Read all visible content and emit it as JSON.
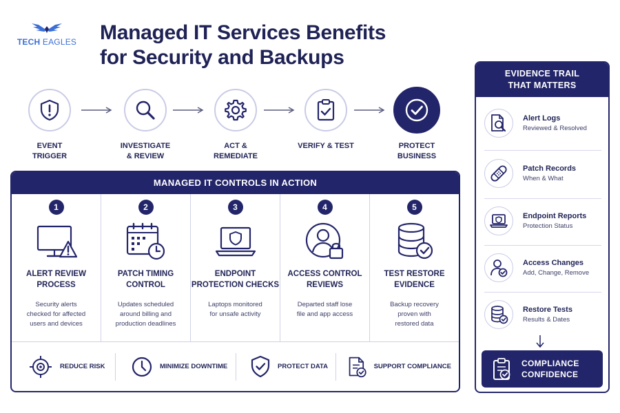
{
  "brand": {
    "logo_name": "eagle-logo",
    "name_bold": "TECH",
    "name_light": " EAGLES"
  },
  "title": {
    "line1": "Managed IT Services Benefits",
    "line2": "for Security and Backups"
  },
  "flow": [
    {
      "icon": "shield-alert-icon",
      "label1": "EVENT",
      "label2": "TRIGGER"
    },
    {
      "icon": "magnifier-icon",
      "label1": "INVESTIGATE",
      "label2": "& REVIEW"
    },
    {
      "icon": "gear-icon",
      "label1": "ACT & REMEDIATE",
      "label2": ""
    },
    {
      "icon": "clipboard-check-icon",
      "label1": "VERIFY & TEST",
      "label2": ""
    },
    {
      "icon": "check-circle-icon",
      "label1": "PROTECT",
      "label2": "BUSINESS"
    }
  ],
  "controls": {
    "heading": "MANAGED IT CONTROLS IN ACTION",
    "items": [
      {
        "num": "1",
        "icon": "monitor-alert-icon",
        "title1": "ALERT REVIEW",
        "title2": "PROCESS",
        "desc1": "Security alerts",
        "desc2": "checked for affected",
        "desc3": "users and devices"
      },
      {
        "num": "2",
        "icon": "calendar-clock-icon",
        "title1": "PATCH TIMING",
        "title2": "CONTROL",
        "desc1": "Updates scheduled",
        "desc2": "around billing and",
        "desc3": "production deadlines"
      },
      {
        "num": "3",
        "icon": "laptop-shield-icon",
        "title1": "ENDPOINT",
        "title2": "PROTECTION CHECKS",
        "desc1": "Laptops monitored",
        "desc2": "for unsafe activity",
        "desc3": ""
      },
      {
        "num": "4",
        "icon": "user-lock-icon",
        "title1": "ACCESS CONTROL",
        "title2": "REVIEWS",
        "desc1": "Departed staff lose",
        "desc2": "file and app access",
        "desc3": ""
      },
      {
        "num": "5",
        "icon": "database-check-icon",
        "title1": "TEST RESTORE",
        "title2": "EVIDENCE",
        "desc1": "Backup recovery",
        "desc2": "proven with",
        "desc3": "restored data"
      }
    ],
    "benefits": [
      {
        "icon": "target-icon",
        "label": "REDUCE RISK"
      },
      {
        "icon": "clock-icon",
        "label": "MINIMIZE DOWNTIME"
      },
      {
        "icon": "shield-check-icon",
        "label": "PROTECT DATA"
      },
      {
        "icon": "document-check-icon",
        "label": "SUPPORT COMPLIANCE"
      }
    ]
  },
  "evidence": {
    "heading1": "EVIDENCE TRAIL",
    "heading2": "THAT MATTERS",
    "items": [
      {
        "icon": "document-search-icon",
        "title": "Alert Logs",
        "sub": "Reviewed & Resolved"
      },
      {
        "icon": "bandage-icon",
        "title": "Patch Records",
        "sub": "When & What"
      },
      {
        "icon": "laptop-shield-icon",
        "title": "Endpoint Reports",
        "sub": "Protection Status"
      },
      {
        "icon": "user-check-icon",
        "title": "Access Changes",
        "sub": "Add, Change, Remove"
      },
      {
        "icon": "database-check-icon",
        "title": "Restore Tests",
        "sub": "Results & Dates"
      }
    ],
    "result1": "COMPLIANCE",
    "result2": "CONFIDENCE",
    "result_icon": "clipboard-check-icon"
  },
  "colors": {
    "navy": "#23256a",
    "border": "#c9cbe6",
    "accent_blue": "#3b6fd6"
  }
}
